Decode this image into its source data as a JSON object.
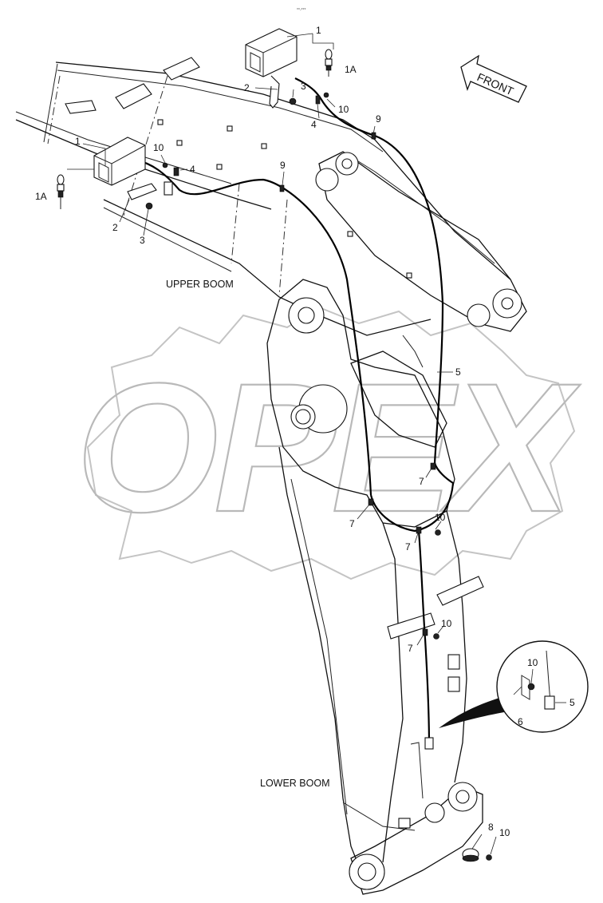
{
  "header": {
    "code": "**-***"
  },
  "orientation": {
    "front_label": "FRONT"
  },
  "sections": {
    "upper_boom": "UPPER BOOM",
    "lower_boom": "LOWER BOOM"
  },
  "watermark": {
    "text": "OPEX"
  },
  "callouts": [
    {
      "id": "c1-top",
      "text": "1"
    },
    {
      "id": "c1a-top",
      "text": "1A"
    },
    {
      "id": "c2-top",
      "text": "2"
    },
    {
      "id": "c3-top",
      "text": "3"
    },
    {
      "id": "c10-top",
      "text": "10"
    },
    {
      "id": "c4-top",
      "text": "4"
    },
    {
      "id": "c9-top",
      "text": "9"
    },
    {
      "id": "c1-left",
      "text": "1"
    },
    {
      "id": "c10-left",
      "text": "10"
    },
    {
      "id": "c4-left",
      "text": "4"
    },
    {
      "id": "c9-left",
      "text": "9"
    },
    {
      "id": "c1a-left",
      "text": "1A"
    },
    {
      "id": "c2-left",
      "text": "2"
    },
    {
      "id": "c3-left",
      "text": "3"
    },
    {
      "id": "c5-main",
      "text": "5"
    },
    {
      "id": "c7-a",
      "text": "7"
    },
    {
      "id": "c7-b",
      "text": "7"
    },
    {
      "id": "c10-a",
      "text": "10"
    },
    {
      "id": "c7-c",
      "text": "7"
    },
    {
      "id": "c10-b",
      "text": "10"
    },
    {
      "id": "c7-d",
      "text": "7"
    },
    {
      "id": "c10-detail",
      "text": "10"
    },
    {
      "id": "c5-detail",
      "text": "5"
    },
    {
      "id": "c6-detail",
      "text": "6"
    },
    {
      "id": "c8",
      "text": "8"
    },
    {
      "id": "c10-bottom",
      "text": "10"
    }
  ]
}
